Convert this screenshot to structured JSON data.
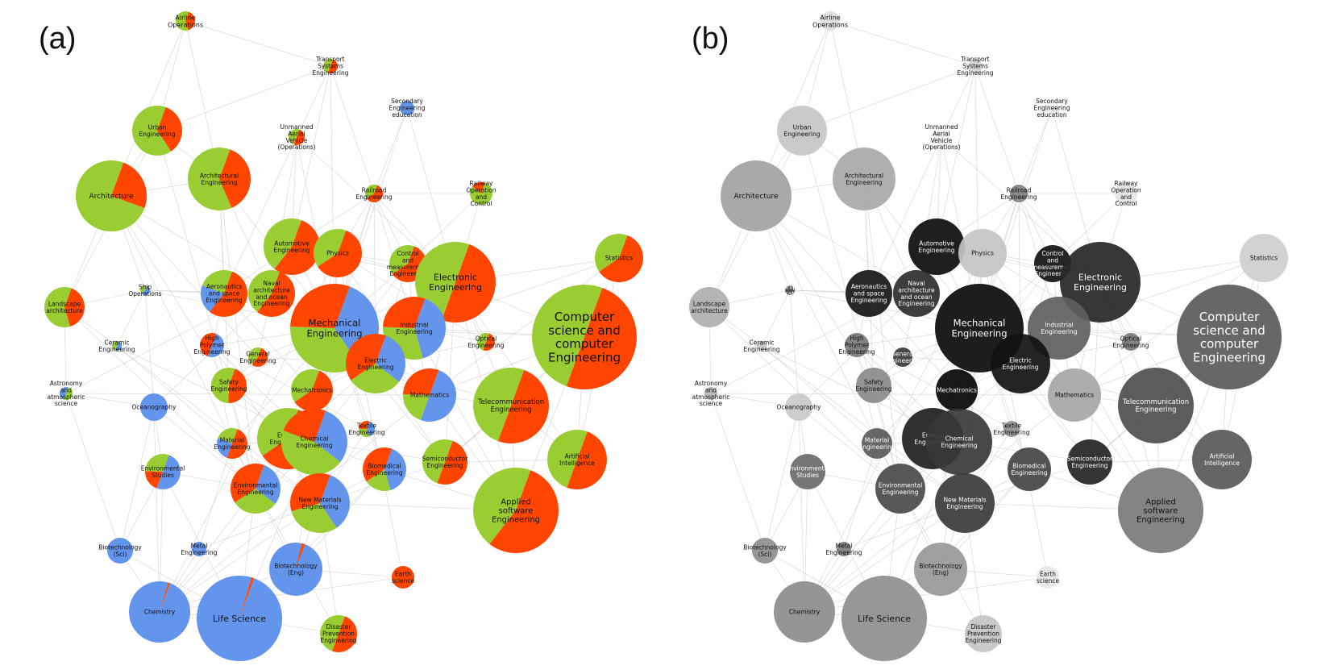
{
  "panels": [
    {
      "label": "(a)"
    },
    {
      "label": "(b)"
    }
  ],
  "colors": {
    "red": "#ff4500",
    "green": "#9acd32",
    "blue": "#6495ed",
    "edge": "#cfcfcf",
    "background": "#ffffff"
  },
  "nodes": [
    {
      "id": "airline",
      "label": "Airline Operations",
      "pie": [
        [
          "red",
          0.4
        ],
        [
          "green",
          0.6
        ]
      ],
      "gray": "#dedede"
    },
    {
      "id": "transport",
      "label": "Transport Systems Engineering",
      "pie": [
        [
          "red",
          0.5
        ],
        [
          "green",
          0.5
        ]
      ],
      "gray": "#d6d6d6"
    },
    {
      "id": "secondary",
      "label": "Secondary Engineering education",
      "pie": [
        [
          "blue",
          1
        ]
      ],
      "gray": "#f0f0f0"
    },
    {
      "id": "urban",
      "label": "Urban Engineering",
      "pie": [
        [
          "red",
          0.35
        ],
        [
          "green",
          0.65
        ]
      ],
      "gray": "#c6c6c6"
    },
    {
      "id": "uav",
      "label": "Unmanned Aerial Vehicle (Operations)",
      "pie": [
        [
          "red",
          0.5
        ],
        [
          "green",
          0.5
        ]
      ],
      "gray": "#f0f0f0"
    },
    {
      "id": "architecture",
      "label": "Architecture",
      "pie": [
        [
          "red",
          0.25
        ],
        [
          "green",
          0.75
        ]
      ],
      "gray": "#a2a2a2"
    },
    {
      "id": "archeng",
      "label": "Architectural Engineering",
      "pie": [
        [
          "red",
          0.38
        ],
        [
          "green",
          0.62
        ]
      ],
      "gray": "#a8a8a8"
    },
    {
      "id": "railroad",
      "label": "Railroad Engineering",
      "pie": [
        [
          "red",
          0.6
        ],
        [
          "green",
          0.4
        ]
      ],
      "gray": "#808080"
    },
    {
      "id": "railway",
      "label": "Railway Operation and Control",
      "pie": [
        [
          "green",
          0.8
        ],
        [
          "red",
          0.2
        ]
      ],
      "gray": "#e4e4e4"
    },
    {
      "id": "automotive",
      "label": "Automotive Engineering",
      "pie": [
        [
          "red",
          0.55
        ],
        [
          "green",
          0.45
        ]
      ],
      "gray": "#0c0c0c"
    },
    {
      "id": "physics",
      "label": "Physics",
      "pie": [
        [
          "red",
          0.6
        ],
        [
          "green",
          0.4
        ]
      ],
      "gray": "#c4c4c4"
    },
    {
      "id": "control",
      "label": "Control and measurement Engineering",
      "pie": [
        [
          "red",
          0.6
        ],
        [
          "green",
          0.4
        ]
      ],
      "gray": "#111111"
    },
    {
      "id": "electronic",
      "label": "Electronic Engineering",
      "pie": [
        [
          "red",
          0.5
        ],
        [
          "green",
          0.5
        ]
      ],
      "gray": "#262626"
    },
    {
      "id": "statistics",
      "label": "Statistics",
      "pie": [
        [
          "red",
          0.6
        ],
        [
          "green",
          0.4
        ]
      ],
      "gray": "#cecece"
    },
    {
      "id": "ship",
      "label": "Ship Operations",
      "pie": [
        [
          "blue",
          0.6
        ],
        [
          "green",
          0.4
        ]
      ],
      "gray": "#444444"
    },
    {
      "id": "landscape",
      "label": "Landscape architecture",
      "pie": [
        [
          "red",
          0.4
        ],
        [
          "green",
          0.6
        ]
      ],
      "gray": "#aeaeae"
    },
    {
      "id": "aeronautics",
      "label": "Aeronautics and space Engineering",
      "pie": [
        [
          "red",
          0.55
        ],
        [
          "blue",
          0.2
        ],
        [
          "green",
          0.25
        ]
      ],
      "gray": "#161616"
    },
    {
      "id": "naval",
      "label": "Naval architecture and ocean Engineering",
      "pie": [
        [
          "red",
          0.55
        ],
        [
          "green",
          0.45
        ]
      ],
      "gray": "#2c2c2c"
    },
    {
      "id": "mechanical",
      "label": "Mechanical Engineering",
      "pie": [
        [
          "blue",
          0.35
        ],
        [
          "green",
          0.35
        ],
        [
          "red",
          0.3
        ]
      ],
      "gray": "#0a0a0a"
    },
    {
      "id": "industrial",
      "label": "Industrial Engineering",
      "pie": [
        [
          "blue",
          0.4
        ],
        [
          "green",
          0.3
        ],
        [
          "red",
          0.3
        ]
      ],
      "gray": "#5e5e5e"
    },
    {
      "id": "optical",
      "label": "Optical Engineering",
      "pie": [
        [
          "red",
          0.5
        ],
        [
          "green",
          0.5
        ]
      ],
      "gray": "#7a7a7a"
    },
    {
      "id": "cs",
      "label": "Computer science and computer Engineering",
      "pie": [
        [
          "red",
          0.5
        ],
        [
          "green",
          0.5
        ]
      ],
      "gray": "#5a5a5a"
    },
    {
      "id": "ceramic",
      "label": "Ceramic Engineering",
      "pie": [
        [
          "blue",
          0.5
        ],
        [
          "green",
          0.5
        ]
      ],
      "gray": "#c8c8c8"
    },
    {
      "id": "highpolymer",
      "label": "High Polymer Engineering",
      "pie": [
        [
          "blue",
          0.5
        ],
        [
          "red",
          0.5
        ]
      ],
      "gray": "#7a7a7a"
    },
    {
      "id": "general",
      "label": "General Engineering",
      "pie": [
        [
          "red",
          0.55
        ],
        [
          "green",
          0.45
        ]
      ],
      "gray": "#3a3a3a"
    },
    {
      "id": "electric",
      "label": "Electric Engineering",
      "pie": [
        [
          "blue",
          0.3
        ],
        [
          "green",
          0.3
        ],
        [
          "red",
          0.4
        ]
      ],
      "gray": "#111111"
    },
    {
      "id": "astronomy",
      "label": "Astronomy and atmospheric science",
      "pie": [
        [
          "green",
          0.5
        ],
        [
          "blue",
          0.5
        ]
      ],
      "gray": "#b6b6b6"
    },
    {
      "id": "oceanography",
      "label": "Oceanography",
      "pie": [
        [
          "blue",
          1
        ]
      ],
      "gray": "#cacaca"
    },
    {
      "id": "safety",
      "label": "Safety Engineering",
      "pie": [
        [
          "red",
          0.45
        ],
        [
          "green",
          0.55
        ]
      ],
      "gray": "#8a8a8a"
    },
    {
      "id": "mechatronics",
      "label": "Mechatronics",
      "pie": [
        [
          "red",
          0.6
        ],
        [
          "green",
          0.4
        ]
      ],
      "gray": "#050505"
    },
    {
      "id": "mathematics",
      "label": "Mathematics",
      "pie": [
        [
          "blue",
          0.5
        ],
        [
          "green",
          0.2
        ],
        [
          "red",
          0.3
        ]
      ],
      "gray": "#a6a6a6"
    },
    {
      "id": "telecom",
      "label": "Telecommunication Engineering",
      "pie": [
        [
          "red",
          0.5
        ],
        [
          "green",
          0.5
        ]
      ],
      "gray": "#4e4e4e"
    },
    {
      "id": "textile",
      "label": "Textile Engineering",
      "pie": [
        [
          "blue",
          0.4
        ],
        [
          "green",
          0.3
        ],
        [
          "red",
          0.3
        ]
      ],
      "gray": "#909090"
    },
    {
      "id": "energy",
      "label": "Energy Engineering",
      "pie": [
        [
          "red",
          0.6
        ],
        [
          "green",
          0.4
        ]
      ],
      "gray": "#1e1e1e"
    },
    {
      "id": "chemical",
      "label": "Chemical Engineering",
      "pie": [
        [
          "blue",
          0.3
        ],
        [
          "green",
          0.45
        ],
        [
          "red",
          0.25
        ]
      ],
      "gray": "#383838"
    },
    {
      "id": "material",
      "label": "Material Engineering",
      "pie": [
        [
          "red",
          0.5
        ],
        [
          "blue",
          0.25
        ],
        [
          "green",
          0.25
        ]
      ],
      "gray": "#5a5a5a"
    },
    {
      "id": "semiconductor",
      "label": "Semiconductor Engineering",
      "pie": [
        [
          "red",
          0.5
        ],
        [
          "green",
          0.5
        ]
      ],
      "gray": "#232323"
    },
    {
      "id": "ai",
      "label": "Artificial Intelligence",
      "pie": [
        [
          "red",
          0.5
        ],
        [
          "green",
          0.5
        ]
      ],
      "gray": "#585858"
    },
    {
      "id": "envstudies",
      "label": "Environmental Studies",
      "pie": [
        [
          "blue",
          0.5
        ],
        [
          "red",
          0.2
        ],
        [
          "green",
          0.3
        ]
      ],
      "gray": "#6a6a6a"
    },
    {
      "id": "biomedical",
      "label": "Biomedical Engineering",
      "pie": [
        [
          "blue",
          0.4
        ],
        [
          "green",
          0.2
        ],
        [
          "red",
          0.4
        ]
      ],
      "gray": "#444444"
    },
    {
      "id": "enveng",
      "label": "Environmental Engineering",
      "pie": [
        [
          "blue",
          0.3
        ],
        [
          "green",
          0.3
        ],
        [
          "red",
          0.4
        ]
      ],
      "gray": "#4a4a4a"
    },
    {
      "id": "newmaterials",
      "label": "New Materials Engineering",
      "pie": [
        [
          "blue",
          0.35
        ],
        [
          "green",
          0.3
        ],
        [
          "red",
          0.35
        ]
      ],
      "gray": "#393939"
    },
    {
      "id": "applied",
      "label": "Applied software Engineering",
      "pie": [
        [
          "red",
          0.55
        ],
        [
          "green",
          0.45
        ]
      ],
      "gray": "#7a7a7a"
    },
    {
      "id": "biotechsci",
      "label": "Biotechnology (Sci)",
      "pie": [
        [
          "blue",
          1
        ]
      ],
      "gray": "#8e8e8e"
    },
    {
      "id": "metal",
      "label": "Metal Engineering",
      "pie": [
        [
          "blue",
          1
        ]
      ],
      "gray": "#7e7e7e"
    },
    {
      "id": "biotecheng",
      "label": "Biotechnology (Eng)",
      "pie": [
        [
          "blue",
          0.98
        ],
        [
          "red",
          0.02
        ]
      ],
      "gray": "#989898"
    },
    {
      "id": "earth",
      "label": "Earth science",
      "pie": [
        [
          "red",
          1
        ]
      ],
      "gray": "#e6e6e6"
    },
    {
      "id": "chemistry",
      "label": "Chemistry",
      "pie": [
        [
          "blue",
          0.99
        ],
        [
          "red",
          0.01
        ]
      ],
      "gray": "#8c8c8c"
    },
    {
      "id": "life",
      "label": "Life Science",
      "pie": [
        [
          "blue",
          0.99
        ],
        [
          "red",
          0.01
        ]
      ],
      "gray": "#8e8e8e"
    },
    {
      "id": "disaster",
      "label": "Disaster Prevention Engineering",
      "pie": [
        [
          "red",
          0.5
        ],
        [
          "green",
          0.5
        ]
      ],
      "gray": "#c4c4c4"
    }
  ]
}
